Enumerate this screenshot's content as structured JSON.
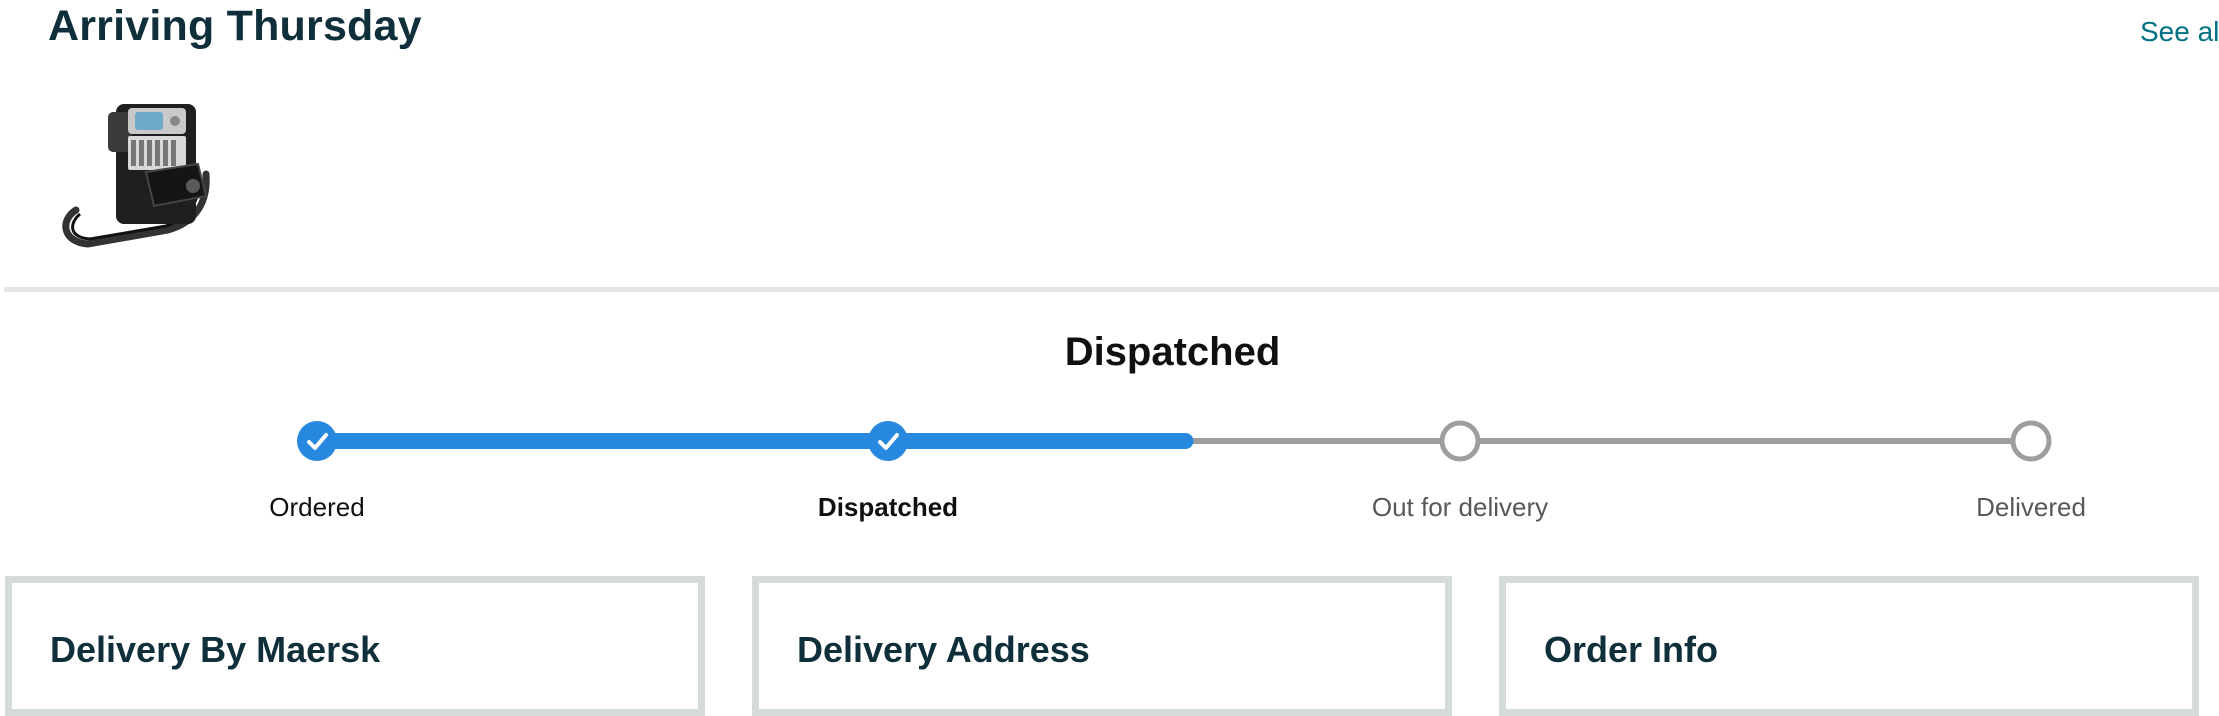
{
  "header": {
    "title": "Arriving Thursday",
    "see_all_label": "See all"
  },
  "product": {
    "image_alt": "Tricorder replica with strap"
  },
  "tracker": {
    "status_title": "Dispatched",
    "progress_color": "#2788e0",
    "track_color": "#9e9e9e",
    "steps": [
      {
        "label": "Ordered",
        "state": "done"
      },
      {
        "label": "Dispatched",
        "state": "current"
      },
      {
        "label": "Out for delivery",
        "state": "pending"
      },
      {
        "label": "Delivered",
        "state": "pending"
      }
    ]
  },
  "cards": [
    {
      "title": "Delivery By Maersk"
    },
    {
      "title": "Delivery Address"
    },
    {
      "title": "Order Info"
    }
  ]
}
